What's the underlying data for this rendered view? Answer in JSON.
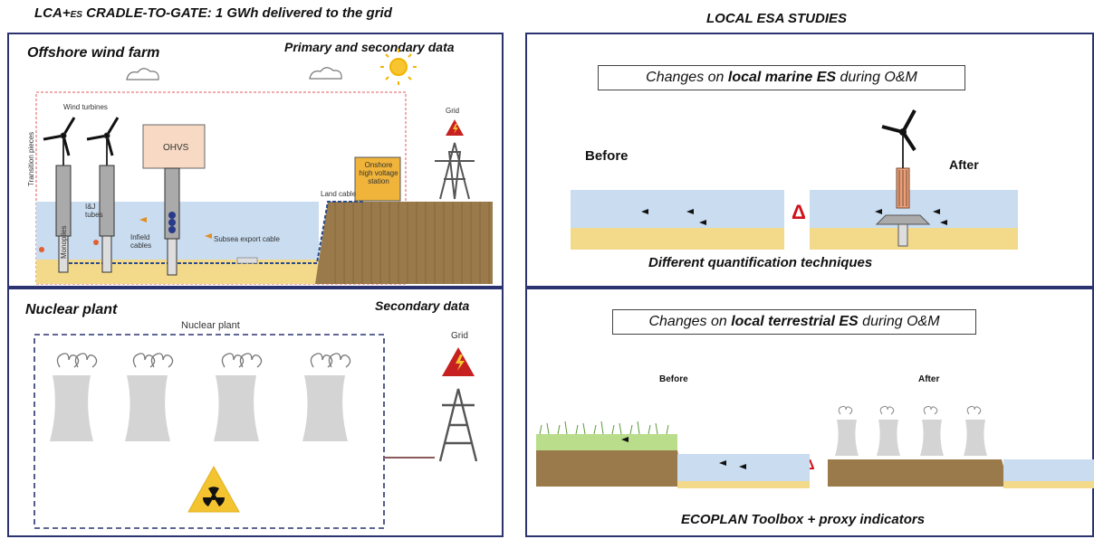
{
  "header": {
    "left_title_prefix": "LCA+",
    "left_title_es": "ES",
    "left_title_rest": " CRADLE-TO-GATE: 1 GWh delivered to the grid",
    "right_title": "LOCAL ESA STUDIES"
  },
  "offshore": {
    "title": "Offshore wind farm",
    "data_type": "Primary and secondary data",
    "labels": {
      "wind_turbines": "Wind turbines",
      "ohvs": "OHVS",
      "onshore_station": "Onshore high voltage station",
      "grid": "Grid",
      "land_cable": "Land cable",
      "transition_pieces": "Transition pieces",
      "monopiles": "Monopiles",
      "ij_tubes": "I&J tubes",
      "infield_cables": "Infield cables",
      "subsea_export_cable": "Subsea export cable"
    }
  },
  "nuclear": {
    "title": "Nuclear plant",
    "data_type": "Secondary data",
    "plant_label": "Nuclear plant",
    "grid": "Grid"
  },
  "marine_esa": {
    "box_pre": "Changes on ",
    "box_bold": "local marine ES",
    "box_post": " during O&M",
    "before": "Before",
    "after": "After",
    "delta": "Δ",
    "footer": "Different quantification techniques"
  },
  "terrestrial_esa": {
    "box_pre": "Changes on ",
    "box_bold": "local terrestrial ES",
    "box_post": " during O&M",
    "before": "Before",
    "after": "After",
    "delta": "Δ",
    "footer": "ECOPLAN Toolbox + proxy indicators"
  },
  "colors": {
    "panel_border": "#2b3470",
    "water": "#c9dcf0",
    "sand": "#f3d98a",
    "soil": "#9a7a4a",
    "delta_red": "#d0101a",
    "grid_warning": "#c62020",
    "radiation_yellow": "#f4c430",
    "tower_gray": "#cfcfcf"
  }
}
